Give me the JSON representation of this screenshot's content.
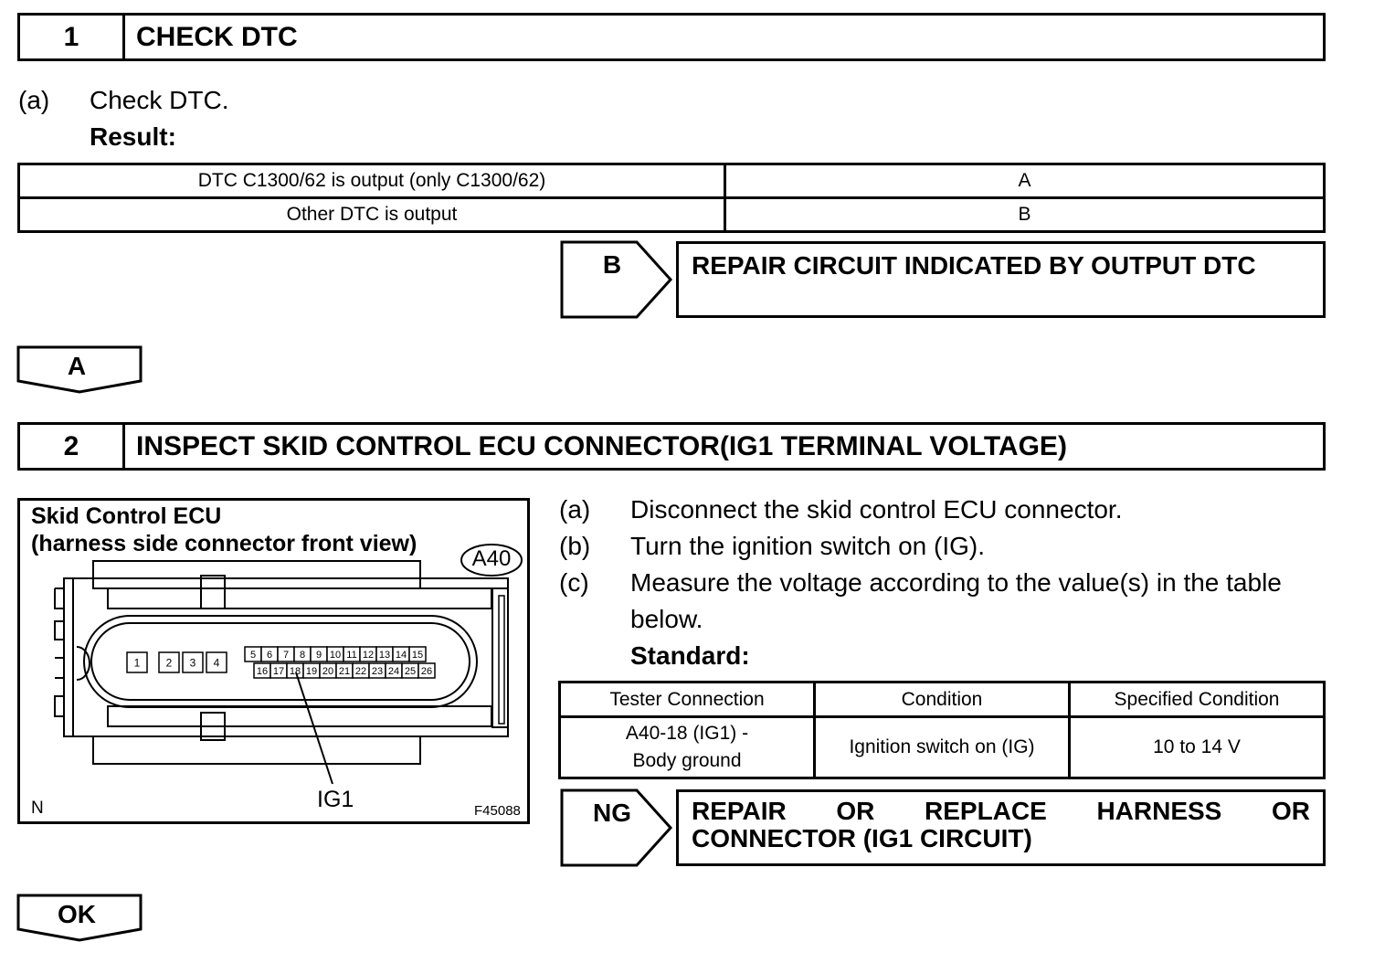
{
  "step1": {
    "num": "1",
    "title": "CHECK DTC"
  },
  "step1_sub": {
    "label": "(a)",
    "text": "Check DTC.",
    "result_label": "Result:"
  },
  "result_table": [
    {
      "condition": "DTC C1300/62 is output (only C1300/62)",
      "result": "A"
    },
    {
      "condition": "Other DTC is output",
      "result": "B"
    }
  ],
  "branch_b": {
    "tag": "B",
    "action": "REPAIR CIRCUIT INDICATED BY OUTPUT DTC"
  },
  "arrow_a": "A",
  "step2": {
    "num": "2",
    "title": "INSPECT SKID CONTROL ECU CONNECTOR(IG1 TERMINAL VOLTAGE)"
  },
  "figure": {
    "title1": "Skid Control ECU",
    "title2": "(harness side connector front view)",
    "connector": "A40",
    "pins_left": [
      "1",
      "2",
      "3",
      "4"
    ],
    "pins_top": [
      "5",
      "6",
      "7",
      "8",
      "9",
      "10",
      "11",
      "12",
      "13",
      "14",
      "15"
    ],
    "pins_bottom": [
      "16",
      "17",
      "18",
      "19",
      "20",
      "21",
      "22",
      "23",
      "24",
      "25",
      "26"
    ],
    "callout": "IG1",
    "corner_left": "N",
    "code": "F45088"
  },
  "steps2": [
    {
      "label": "(a)",
      "text": "Disconnect the skid control ECU connector."
    },
    {
      "label": "(b)",
      "text": "Turn the ignition switch on (IG)."
    },
    {
      "label": "(c)",
      "text": "Measure the voltage according to the value(s) in the table",
      "text2": "below."
    }
  ],
  "standard_label": "Standard:",
  "std_table": {
    "headers": [
      "Tester Connection",
      "Condition",
      "Specified Condition"
    ],
    "row": {
      "conn1": "A40-18 (IG1) -",
      "conn2": "Body ground",
      "cond": "Ignition switch on (IG)",
      "spec": "10 to 14 V"
    }
  },
  "branch_ng": {
    "tag": "NG",
    "action_words": [
      "REPAIR",
      "OR",
      "REPLACE",
      "HARNESS",
      "OR"
    ],
    "action_line2": "CONNECTOR (IG1 CIRCUIT)"
  },
  "arrow_ok": "OK"
}
